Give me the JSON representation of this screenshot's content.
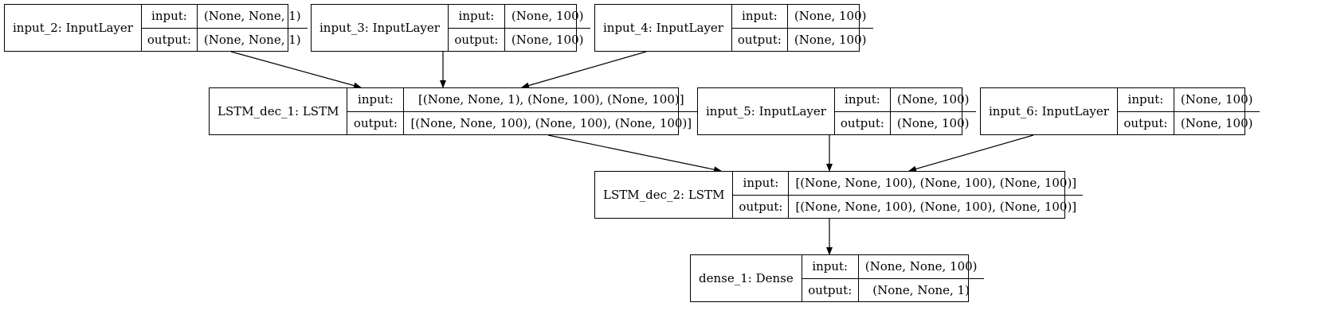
{
  "nodes": [
    {
      "id": "input_2",
      "name": "input_2: InputLayer",
      "input_label": "input:",
      "input_shape": "(None, None, 1)",
      "output_label": "output:",
      "output_shape": "(None, None, 1)"
    },
    {
      "id": "input_3",
      "name": "input_3: InputLayer",
      "input_label": "input:",
      "input_shape": "(None, 100)",
      "output_label": "output:",
      "output_shape": "(None, 100)"
    },
    {
      "id": "input_4",
      "name": "input_4: InputLayer",
      "input_label": "input:",
      "input_shape": "(None, 100)",
      "output_label": "output:",
      "output_shape": "(None, 100)"
    },
    {
      "id": "lstm_dec_1",
      "name": "LSTM_dec_1: LSTM",
      "input_label": "input:",
      "input_shape": "[(None, None, 1), (None, 100), (None, 100)]",
      "output_label": "output:",
      "output_shape": "[(None, None, 100), (None, 100), (None, 100)]"
    },
    {
      "id": "input_5",
      "name": "input_5: InputLayer",
      "input_label": "input:",
      "input_shape": "(None, 100)",
      "output_label": "output:",
      "output_shape": "(None, 100)"
    },
    {
      "id": "input_6",
      "name": "input_6: InputLayer",
      "input_label": "input:",
      "input_shape": "(None, 100)",
      "output_label": "output:",
      "output_shape": "(None, 100)"
    },
    {
      "id": "lstm_dec_2",
      "name": "LSTM_dec_2: LSTM",
      "input_label": "input:",
      "input_shape": "[(None, None, 100), (None, 100), (None, 100)]",
      "output_label": "output:",
      "output_shape": "[(None, None, 100), (None, 100), (None, 100)]"
    },
    {
      "id": "dense_1",
      "name": "dense_1: Dense",
      "input_label": "input:",
      "input_shape": "(None, None, 100)",
      "output_label": "output:",
      "output_shape": "(None, None, 1)"
    }
  ],
  "edges": [
    {
      "from": "input_2",
      "to": "lstm_dec_1"
    },
    {
      "from": "input_3",
      "to": "lstm_dec_1"
    },
    {
      "from": "input_4",
      "to": "lstm_dec_1"
    },
    {
      "from": "lstm_dec_1",
      "to": "lstm_dec_2"
    },
    {
      "from": "input_5",
      "to": "lstm_dec_2"
    },
    {
      "from": "input_6",
      "to": "lstm_dec_2"
    },
    {
      "from": "lstm_dec_2",
      "to": "dense_1"
    }
  ]
}
